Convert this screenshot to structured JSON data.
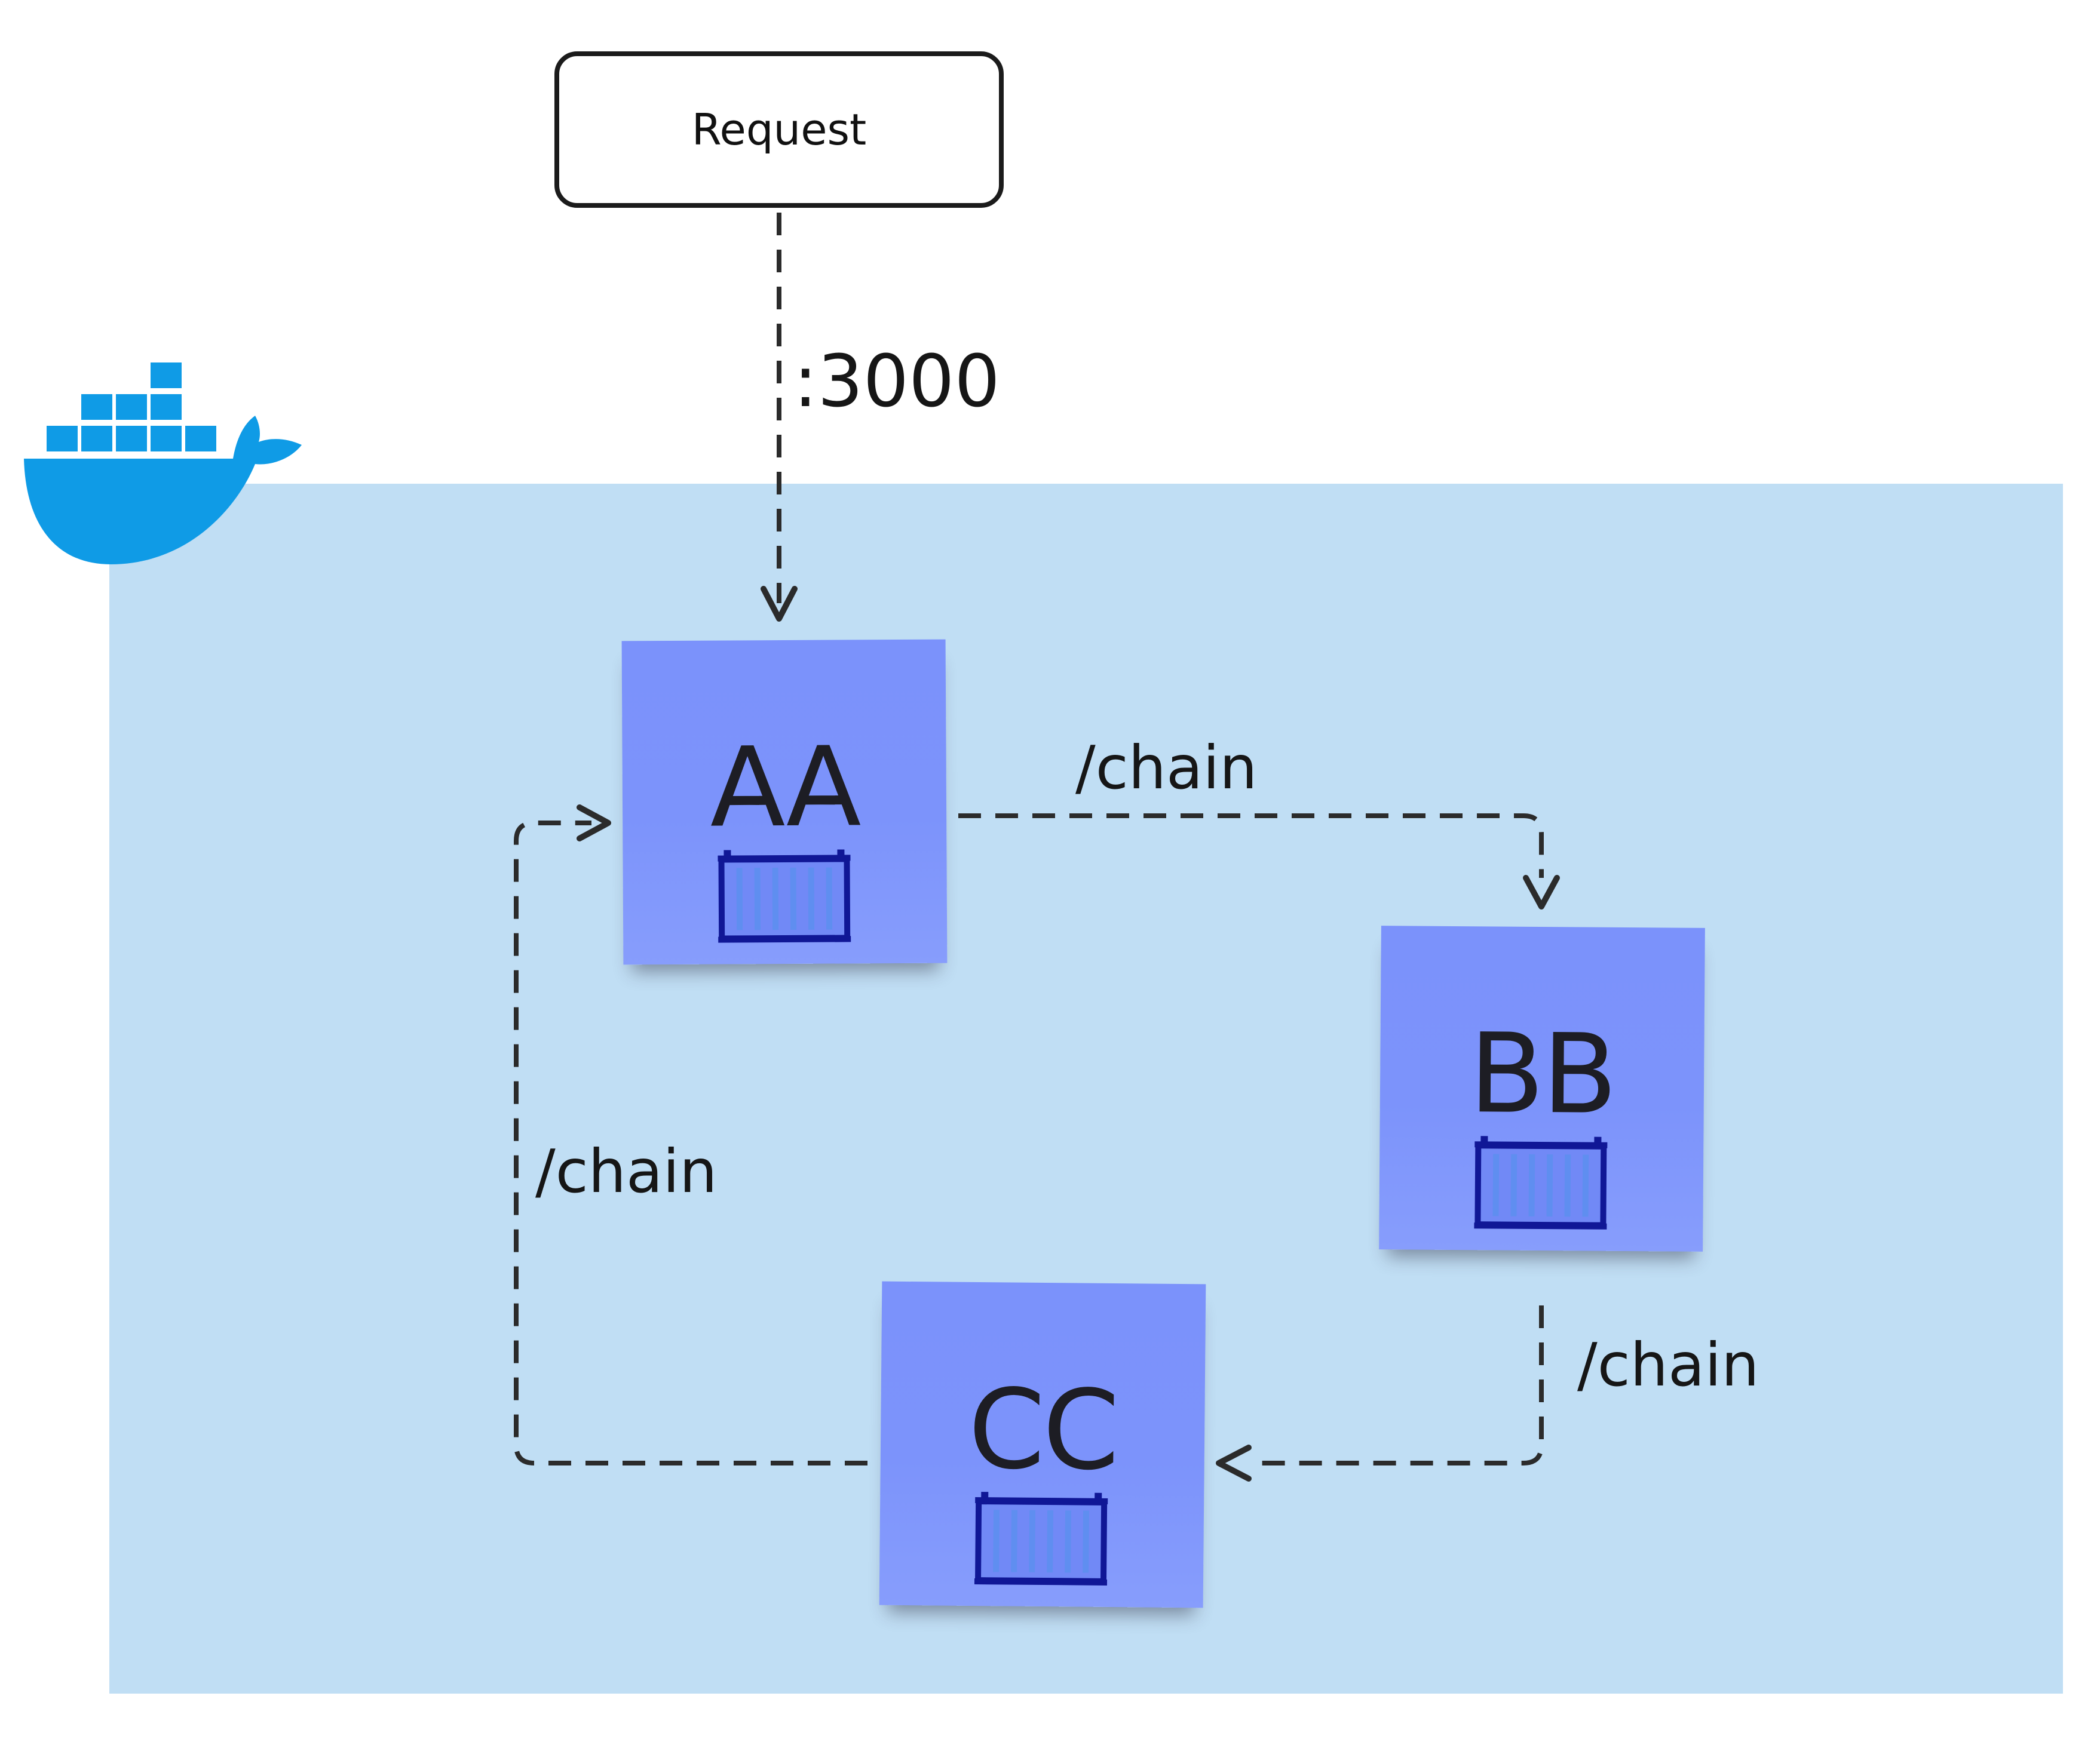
{
  "request": {
    "label": "Request"
  },
  "edges": {
    "entry_label": ":3000",
    "aa_to_bb_label": "/chain",
    "bb_to_cc_label": "/chain",
    "cc_to_aa_label": "/chain"
  },
  "services": [
    {
      "name": "AA"
    },
    {
      "name": "BB"
    },
    {
      "name": "CC"
    }
  ],
  "icons": {
    "logo": "docker-whale-icon",
    "service": "container-icon"
  },
  "colors": {
    "network_background": "#c0def4",
    "docker_blue": "#0f9be6",
    "note_fill": "#7c93fb",
    "container_stroke": "#101796",
    "container_fill": "#7189f6",
    "connector": "#2b2b2b"
  }
}
